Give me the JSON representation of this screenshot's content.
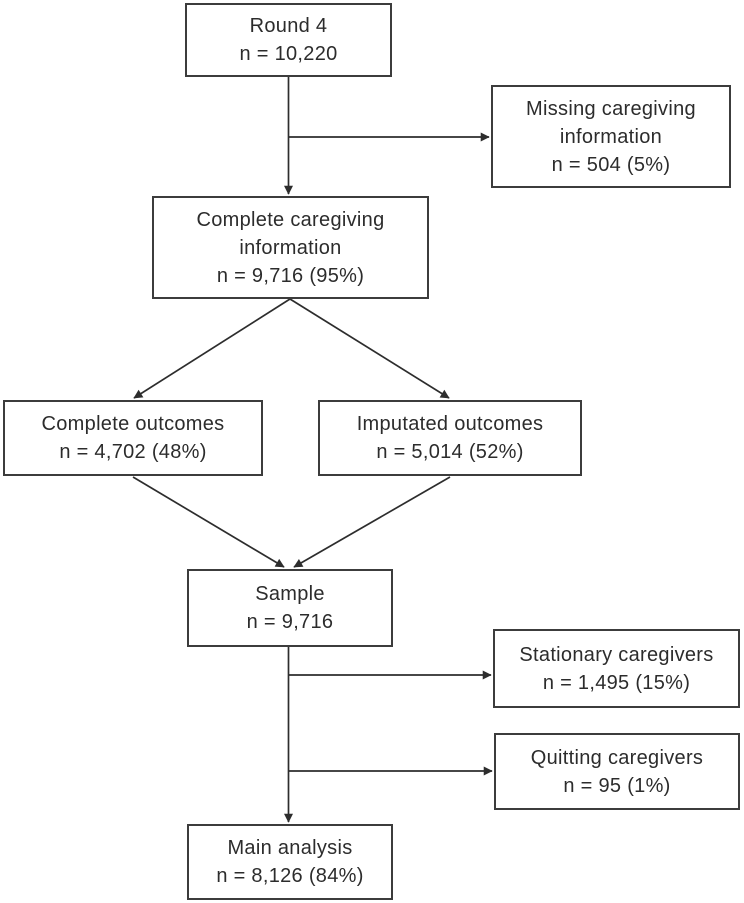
{
  "diagram": {
    "type": "flowchart",
    "colors": {
      "background": "#ffffff",
      "box_border": "#3c3c3c",
      "text": "#2c2c2c",
      "arrow": "#2d2d2d"
    },
    "nodes": {
      "round4": {
        "label": "Round 4",
        "n": "n = 10,220"
      },
      "missing": {
        "label": "Missing caregiving information",
        "n": "n = 504 (5%)"
      },
      "complete_info": {
        "label": "Complete caregiving information",
        "n": "n = 9,716 (95%)"
      },
      "complete_outcomes": {
        "label": "Complete outcomes",
        "n": "n = 4,702 (48%)"
      },
      "imputated_outcomes": {
        "label": "Imputated outcomes",
        "n": "n = 5,014 (52%)"
      },
      "sample": {
        "label": "Sample",
        "n": "n = 9,716"
      },
      "stationary": {
        "label": "Stationary caregivers",
        "n": "n = 1,495 (15%)"
      },
      "quitting": {
        "label": "Quitting caregivers",
        "n": "n = 95 (1%)"
      },
      "main_analysis": {
        "label": "Main analysis",
        "n": "n = 8,126 (84%)"
      }
    },
    "edges": [
      {
        "from": "round4",
        "to": "complete_info"
      },
      {
        "from": "round4",
        "to": "missing"
      },
      {
        "from": "complete_info",
        "to": "complete_outcomes"
      },
      {
        "from": "complete_info",
        "to": "imputated_outcomes"
      },
      {
        "from": "complete_outcomes",
        "to": "sample"
      },
      {
        "from": "imputated_outcomes",
        "to": "sample"
      },
      {
        "from": "sample",
        "to": "stationary"
      },
      {
        "from": "sample",
        "to": "quitting"
      },
      {
        "from": "sample",
        "to": "main_analysis"
      }
    ]
  }
}
